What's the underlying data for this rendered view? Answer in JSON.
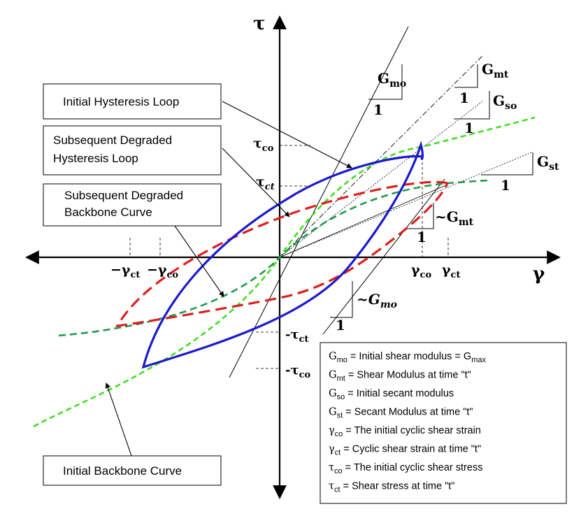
{
  "axes": {
    "x_label": "γ",
    "y_label": "τ"
  },
  "boxes": {
    "initial_hysteresis": [
      "Initial Hysteresis Loop"
    ],
    "subsequent_hysteresis": [
      "Subsequent Degraded",
      "Hysteresis Loop"
    ],
    "subsequent_backbone": [
      "Subsequent Degraded",
      "Backbone Curve"
    ],
    "initial_backbone": [
      "Initial Backbone Curve"
    ]
  },
  "symbols": {
    "tau": "τ",
    "gamma": "γ",
    "G": "G",
    "mo": "mo",
    "mt": "mt",
    "so": "so",
    "st": "st",
    "co": "co",
    "ct": "ct",
    "one": "1",
    "minus": "−",
    "tilde": "~",
    "dash": "-"
  },
  "legend": [
    {
      "sym": "G",
      "sub": "mo",
      "text": " = Initial shear modulus = G",
      "sub2": "max"
    },
    {
      "sym": "G",
      "sub": "mt",
      "text": " = Shear Modulus at time \"t\""
    },
    {
      "sym": "G",
      "sub": "so",
      "text": " = Initial secant modulus"
    },
    {
      "sym": "G",
      "sub": "st",
      "text": " = Secant Modulus at time \"t\""
    },
    {
      "sym": "γ",
      "sub": "co",
      "text": " = The initial cyclic shear strain"
    },
    {
      "sym": "γ",
      "sub": "ct",
      "text": " = Cyclic shear strain at time \"t\""
    },
    {
      "sym": "τ",
      "sub": "co",
      "text": " = The initial cyclic shear stress"
    },
    {
      "sym": "τ",
      "sub": "ct",
      "text": " = Shear stress at time \"t\""
    }
  ],
  "colors": {
    "initial_loop": "#1a1acc",
    "initial_backbone": "#44dd22",
    "degraded_loop": "#dd1f1f",
    "degraded_backbone": "#1f9a4a"
  }
}
